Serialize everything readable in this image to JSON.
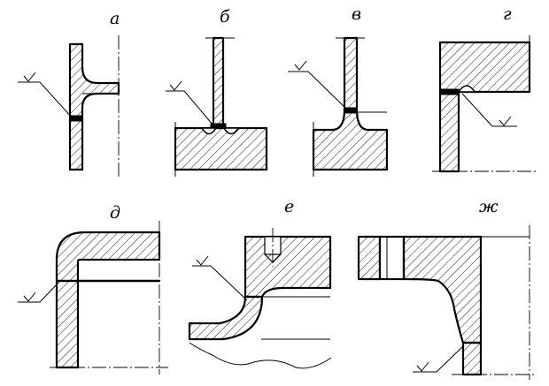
{
  "figure": {
    "labels": {
      "a": "а",
      "b": "б",
      "v": "в",
      "g": "г",
      "d": "д",
      "e": "е",
      "zh": "ж"
    }
  },
  "colors": {
    "ink": "#000000",
    "background": "#ffffff"
  }
}
